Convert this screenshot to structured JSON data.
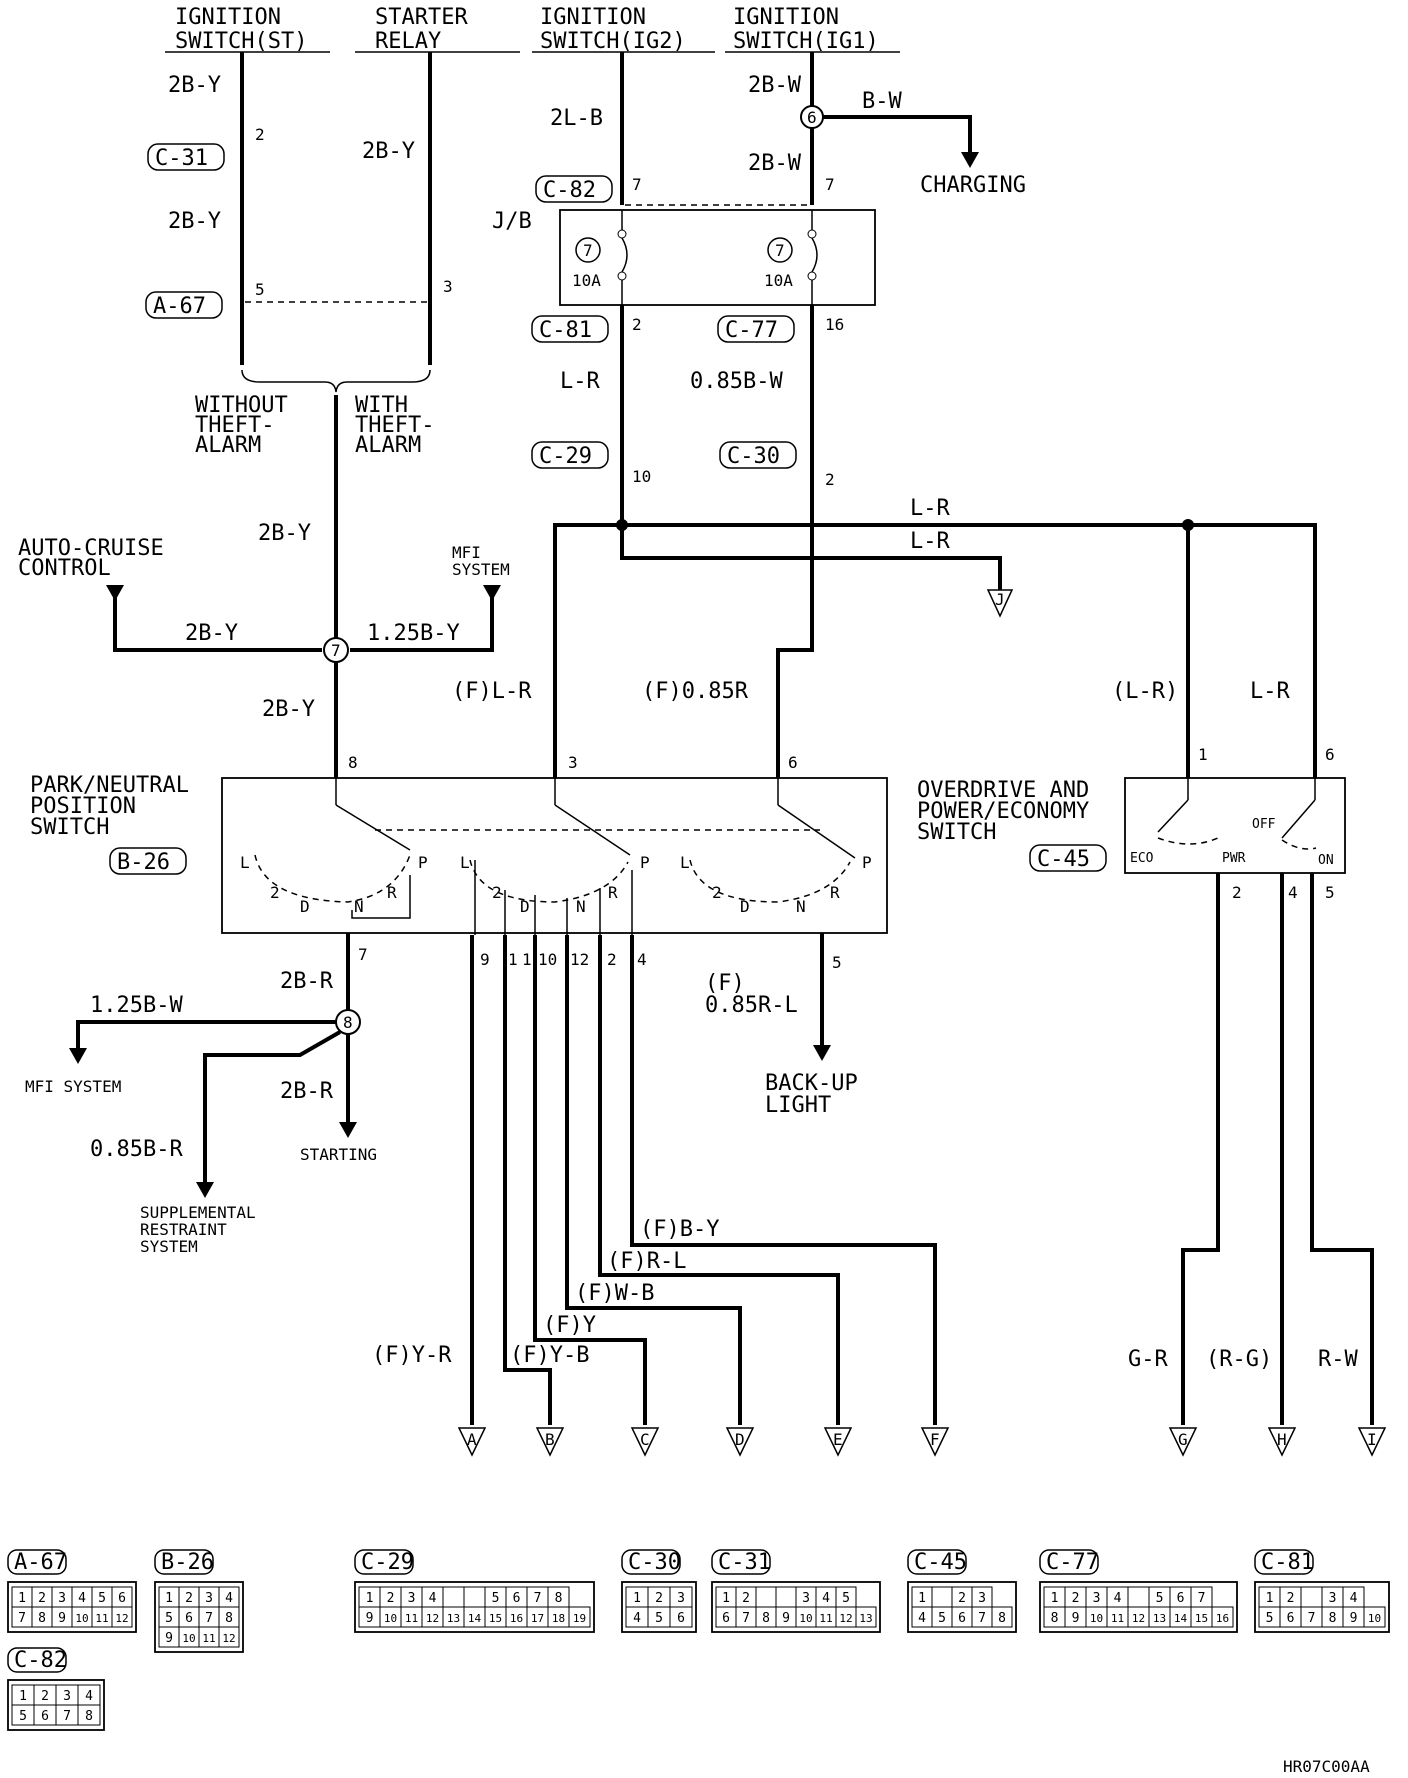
{
  "sources": {
    "ign_st": "IGNITION\nSWITCH(ST)",
    "starter": "STARTER\nRELAY",
    "ign_ig2": "IGNITION\nSWITCH(IG2)",
    "ign_ig1": "IGNITION\nSWITCH(IG1)"
  },
  "wires": {
    "w_2by_a": "2B-Y",
    "w_2by_b": "2B-Y",
    "w_2by_c": "2B-Y",
    "w_2by_d": "2B-Y",
    "w_2by_e": "2B-Y",
    "w_2by_f": "2B-Y",
    "w_125by": "1.25B-Y",
    "w_2lb": "2L-B",
    "w_2bw_a": "2B-W",
    "w_2bw_b": "2B-W",
    "w_bw": "B-W",
    "w_lr_a": "L-R",
    "w_lr_b": "L-R",
    "w_lr_c": "L-R",
    "w_lr_d": "L-R",
    "w_085bw": "0.85B-W",
    "w_f_lr": "(F)L-R",
    "w_f_085r": "(F)0.85R",
    "w_lr_paren": "(L-R)",
    "w_2br_a": "2B-R",
    "w_2br_b": "2B-R",
    "w_125bw": "1.25B-W",
    "w_085br": "0.85B-R",
    "w_f085rl": "(F)\n0.85R-L",
    "w_fby": "(F)B-Y",
    "w_frl": "(F)R-L",
    "w_fwb": "(F)W-B",
    "w_fy": "(F)Y",
    "w_fyr": "(F)Y-R",
    "w_fyb": "(F)Y-B",
    "w_gr": "G-R",
    "w_rg": "(R-G)",
    "w_rw": "R-W"
  },
  "connectors": {
    "c31": "C-31",
    "a67": "A-67",
    "c82": "C-82",
    "c81": "C-81",
    "c77": "C-77",
    "c29": "C-29",
    "c30": "C-30",
    "b26": "B-26",
    "c45": "C-45"
  },
  "pins": {
    "p2": "2",
    "p5": "5",
    "p3": "3",
    "p7a": "7",
    "p7b": "7",
    "p2b": "2",
    "p16": "16",
    "p10": "10",
    "p2c": "2",
    "p8": "8",
    "p3b": "3",
    "p6": "6",
    "p7c": "7",
    "p5b": "5",
    "p1": "1",
    "p6b": "6",
    "p2d": "2",
    "p4": "4",
    "p5c": "5",
    "b9": "9",
    "b1": "1",
    "b1b": "1",
    "b10": "10",
    "b12": "12",
    "b2": "2",
    "b4": "4"
  },
  "nodes": {
    "n6": "6",
    "n7": "7",
    "n8": "8"
  },
  "junction_block": {
    "label": "J/B",
    "fuse_a_no": "7",
    "fuse_a_amp": "10A",
    "fuse_b_no": "7",
    "fuse_b_amp": "10A"
  },
  "labels": {
    "charging": "CHARGING",
    "without_theft": "WITHOUT\nTHEFT-\nALARM",
    "with_theft": "WITH\nTHEFT-\nALARM",
    "auto_cruise": "AUTO-CRUISE\nCONTROL",
    "mfi_system_top": "MFI\nSYSTEM",
    "pnp_switch": "PARK/NEUTRAL\nPOSITION\nSWITCH",
    "od_switch": "OVERDRIVE AND\nPOWER/ECONOMY\nSWITCH",
    "mfi_system": "MFI SYSTEM",
    "starting": "STARTING",
    "srs": "SUPPLEMENTAL\nRESTRAINT\nSYSTEM",
    "backup": "BACK-UP\nLIGHT",
    "eco": "ECO",
    "pwr": "PWR",
    "off": "OFF",
    "on": "ON",
    "L": "L",
    "P": "P",
    "D": "D",
    "N": "N",
    "R": "R",
    "two": "2",
    "diagram_code": "HR07C00AA"
  },
  "terminals": [
    "J",
    "A",
    "B",
    "C",
    "D",
    "E",
    "F",
    "G",
    "H",
    "I"
  ],
  "connector_views": [
    {
      "id": "A-67",
      "rows": [
        [
          "1",
          "2",
          "3",
          "4",
          "5",
          "6"
        ],
        [
          "7",
          "8",
          "9",
          "10",
          "11",
          "12"
        ]
      ]
    },
    {
      "id": "B-26",
      "rows": [
        [
          "1",
          "2",
          "3",
          "4"
        ],
        [
          "5",
          "6",
          "7",
          "8"
        ],
        [
          "9",
          "10",
          "11",
          "12"
        ]
      ]
    },
    {
      "id": "C-29",
      "rows": [
        [
          "1",
          "2",
          "3",
          "4",
          "",
          "",
          "5",
          "6",
          "7",
          "8"
        ],
        [
          "9",
          "10",
          "11",
          "12",
          "13",
          "14",
          "15",
          "16",
          "17",
          "18",
          "19"
        ]
      ]
    },
    {
      "id": "C-30",
      "rows": [
        [
          "1",
          "2",
          "3"
        ],
        [
          "4",
          "5",
          "6"
        ]
      ]
    },
    {
      "id": "C-31",
      "rows": [
        [
          "1",
          "2",
          "",
          "",
          "3",
          "4",
          "5"
        ],
        [
          "6",
          "7",
          "8",
          "9",
          "10",
          "11",
          "12",
          "13"
        ]
      ]
    },
    {
      "id": "C-45",
      "rows": [
        [
          "1",
          "",
          "2",
          "3"
        ],
        [
          "4",
          "5",
          "6",
          "7",
          "8"
        ]
      ]
    },
    {
      "id": "C-77",
      "rows": [
        [
          "1",
          "2",
          "3",
          "4",
          "",
          "5",
          "6",
          "7"
        ],
        [
          "8",
          "9",
          "10",
          "11",
          "12",
          "13",
          "14",
          "15",
          "16"
        ]
      ]
    },
    {
      "id": "C-81",
      "rows": [
        [
          "1",
          "2",
          "",
          "3",
          "4"
        ],
        [
          "5",
          "6",
          "7",
          "8",
          "9",
          "10"
        ]
      ]
    },
    {
      "id": "C-82",
      "rows": [
        [
          "1",
          "2",
          "3",
          "4"
        ],
        [
          "5",
          "6",
          "7",
          "8"
        ]
      ]
    }
  ]
}
